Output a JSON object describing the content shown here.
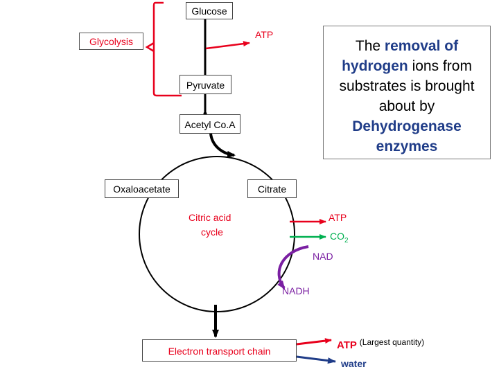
{
  "nodes": {
    "glucose": "Glucose",
    "glycolysis": "Glycolysis",
    "atp_top": "ATP",
    "pyruvate": "Pyruvate",
    "acetyl_coa": "Acetyl Co.A",
    "oxaloacetate": "Oxaloacetate",
    "citrate": "Citrate",
    "cycle_line1": "Citric acid",
    "cycle_line2": "cycle",
    "atp_cycle": "ATP",
    "co2": "CO",
    "co2_sub": "2",
    "nad": "NAD",
    "nadh": "NADH",
    "etc": "Electron transport chain",
    "atp_etc": "ATP",
    "atp_etc_note": "(Largest quantity)",
    "water": "water"
  },
  "info_box": {
    "part1": "The",
    "part2": "removal of hydrogen",
    "part3": "ions from substrates is brought about by",
    "part4": "Dehydrogenase enzymes"
  },
  "colors": {
    "red": "#e8001c",
    "green": "#00b050",
    "purple": "#7a1fa2",
    "blue": "#1f3c88",
    "black": "#000000"
  }
}
